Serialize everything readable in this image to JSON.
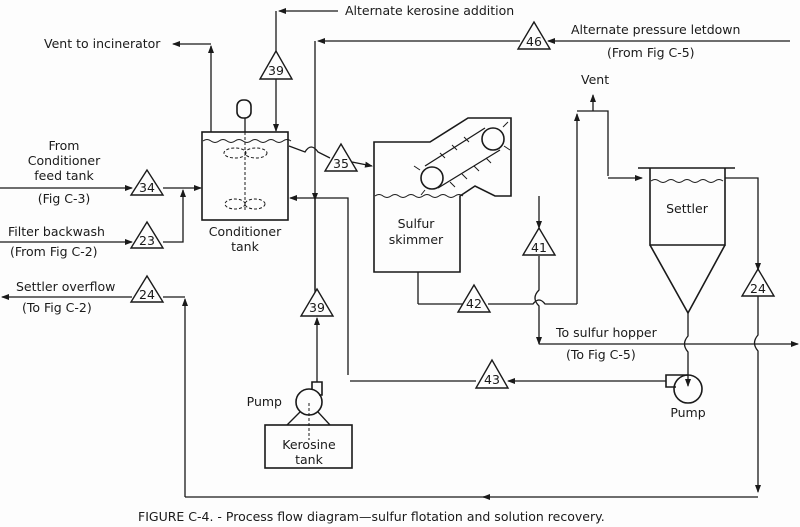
{
  "labels": {
    "alt_kerosine": "Alternate kerosine addition",
    "alt_pressure": "Alternate pressure letdown",
    "alt_pressure_ref": "(From Fig C-5)",
    "vent_incinerator": "Vent to incinerator",
    "vent": "Vent",
    "from_cond_1": "From",
    "from_cond_2": "Conditioner",
    "from_cond_3": "feed tank",
    "from_cond_ref": "(Fig C-3)",
    "filter_backwash": "Filter backwash",
    "filter_backwash_ref": "(From Fig C-2)",
    "settler_overflow": "Settler overflow",
    "settler_overflow_ref": "(To Fig C-2)",
    "to_hopper": "To sulfur hopper",
    "to_hopper_ref": "(To Fig C-5)"
  },
  "equipment": {
    "conditioner_tank_1": "Conditioner",
    "conditioner_tank_2": "tank",
    "sulfur_skimmer_1": "Sulfur",
    "sulfur_skimmer_2": "skimmer",
    "settler": "Settler",
    "kerosine_tank_1": "Kerosine",
    "kerosine_tank_2": "tank",
    "pump_kerosine": "Pump",
    "pump_settler": "Pump"
  },
  "streams": {
    "s34": "34",
    "s23": "23",
    "s24_left": "24",
    "s39_top": "39",
    "s39_bottom": "39",
    "s35": "35",
    "s46": "46",
    "s41": "41",
    "s42": "42",
    "s43": "43",
    "s24_right": "24"
  },
  "caption": "FIGURE C-4. - Process flow diagram—sulfur flotation and solution recovery."
}
